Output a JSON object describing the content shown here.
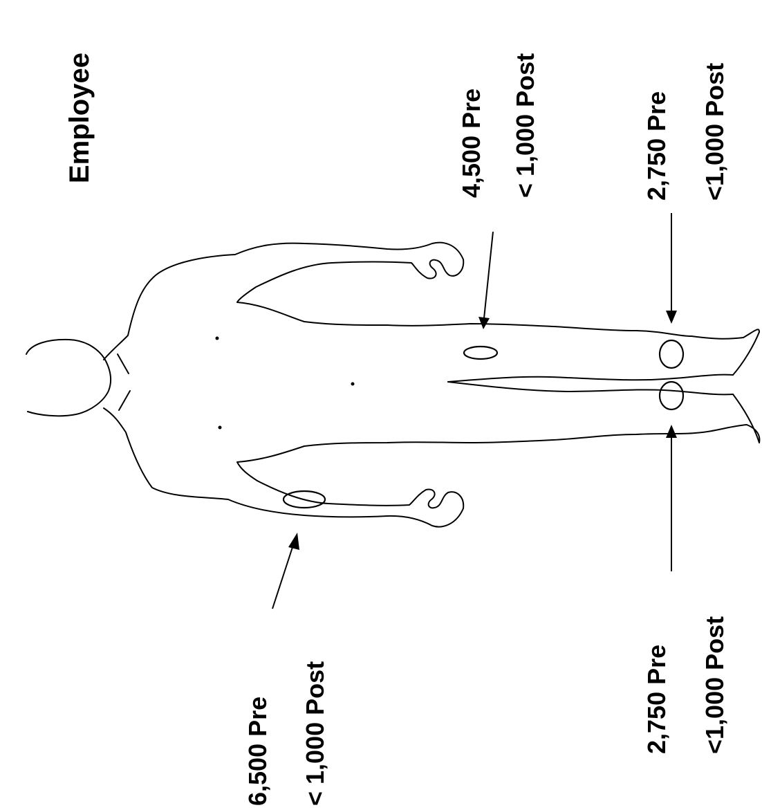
{
  "title": "Employee",
  "readings": [
    {
      "site": "upper-arm",
      "pre": "6,500 Pre",
      "post": "< 1,000 Post"
    },
    {
      "site": "upper-thigh",
      "pre": "4,500 Pre",
      "post": "< 1,000 Post"
    },
    {
      "site": "right-knee",
      "pre": "2,750 Pre",
      "post": "<1,000 Post"
    },
    {
      "site": "left-knee",
      "pre": "2,750 Pre",
      "post": "<1,000 Post"
    }
  ],
  "colors": {
    "ink": "#000000",
    "background": "#ffffff"
  }
}
